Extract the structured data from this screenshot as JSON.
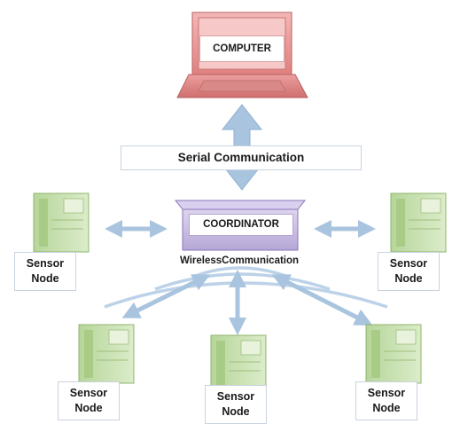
{
  "computer": {
    "label": "COMPUTER"
  },
  "serial": {
    "label": "Serial Communication"
  },
  "coordinator": {
    "label": "COORDINATOR"
  },
  "wireless": {
    "label": "WirelessCommunication"
  },
  "sensor_nodes": [
    {
      "line1": "Sensor",
      "line2": "Node"
    },
    {
      "line1": "Sensor",
      "line2": "Node"
    },
    {
      "line1": "Sensor",
      "line2": "Node"
    },
    {
      "line1": "Sensor",
      "line2": "Node"
    },
    {
      "line1": "Sensor",
      "line2": "Node"
    }
  ],
  "colors": {
    "computer_fill": "#e99a99",
    "computer_edge": "#b85a5a",
    "coordinator_fill": "#cfc4e6",
    "coordinator_edge": "#8a76b8",
    "sensor_fill": "#c9e0b2",
    "sensor_edge": "#8fb46c",
    "arrow": "#a9c4de",
    "arc": "#b9cfe6"
  }
}
